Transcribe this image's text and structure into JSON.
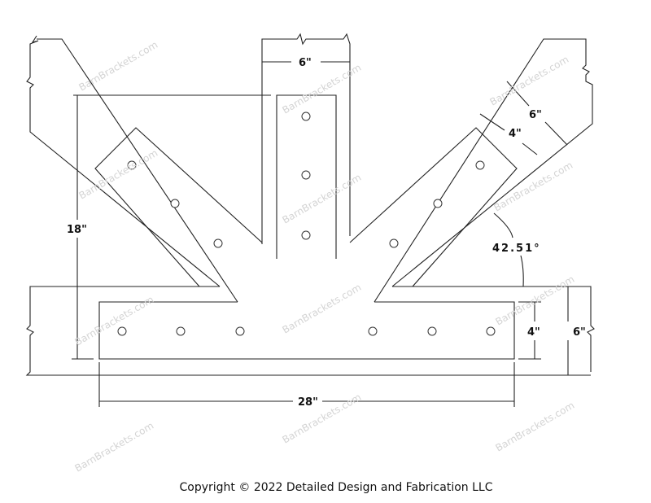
{
  "drawing": {
    "dimensions": {
      "post_width": "6\"",
      "overall_height": "18\"",
      "arm_timber_width": "6\"",
      "arm_plate_width": "4\"",
      "angle": "42.51°",
      "base_plate_width": "4\"",
      "base_timber_width": "6\"",
      "base_length": "28\""
    },
    "watermark": "BarnBrackets.com",
    "copyright": "Copyright © 2022 Detailed Design and Fabrication LLC"
  }
}
